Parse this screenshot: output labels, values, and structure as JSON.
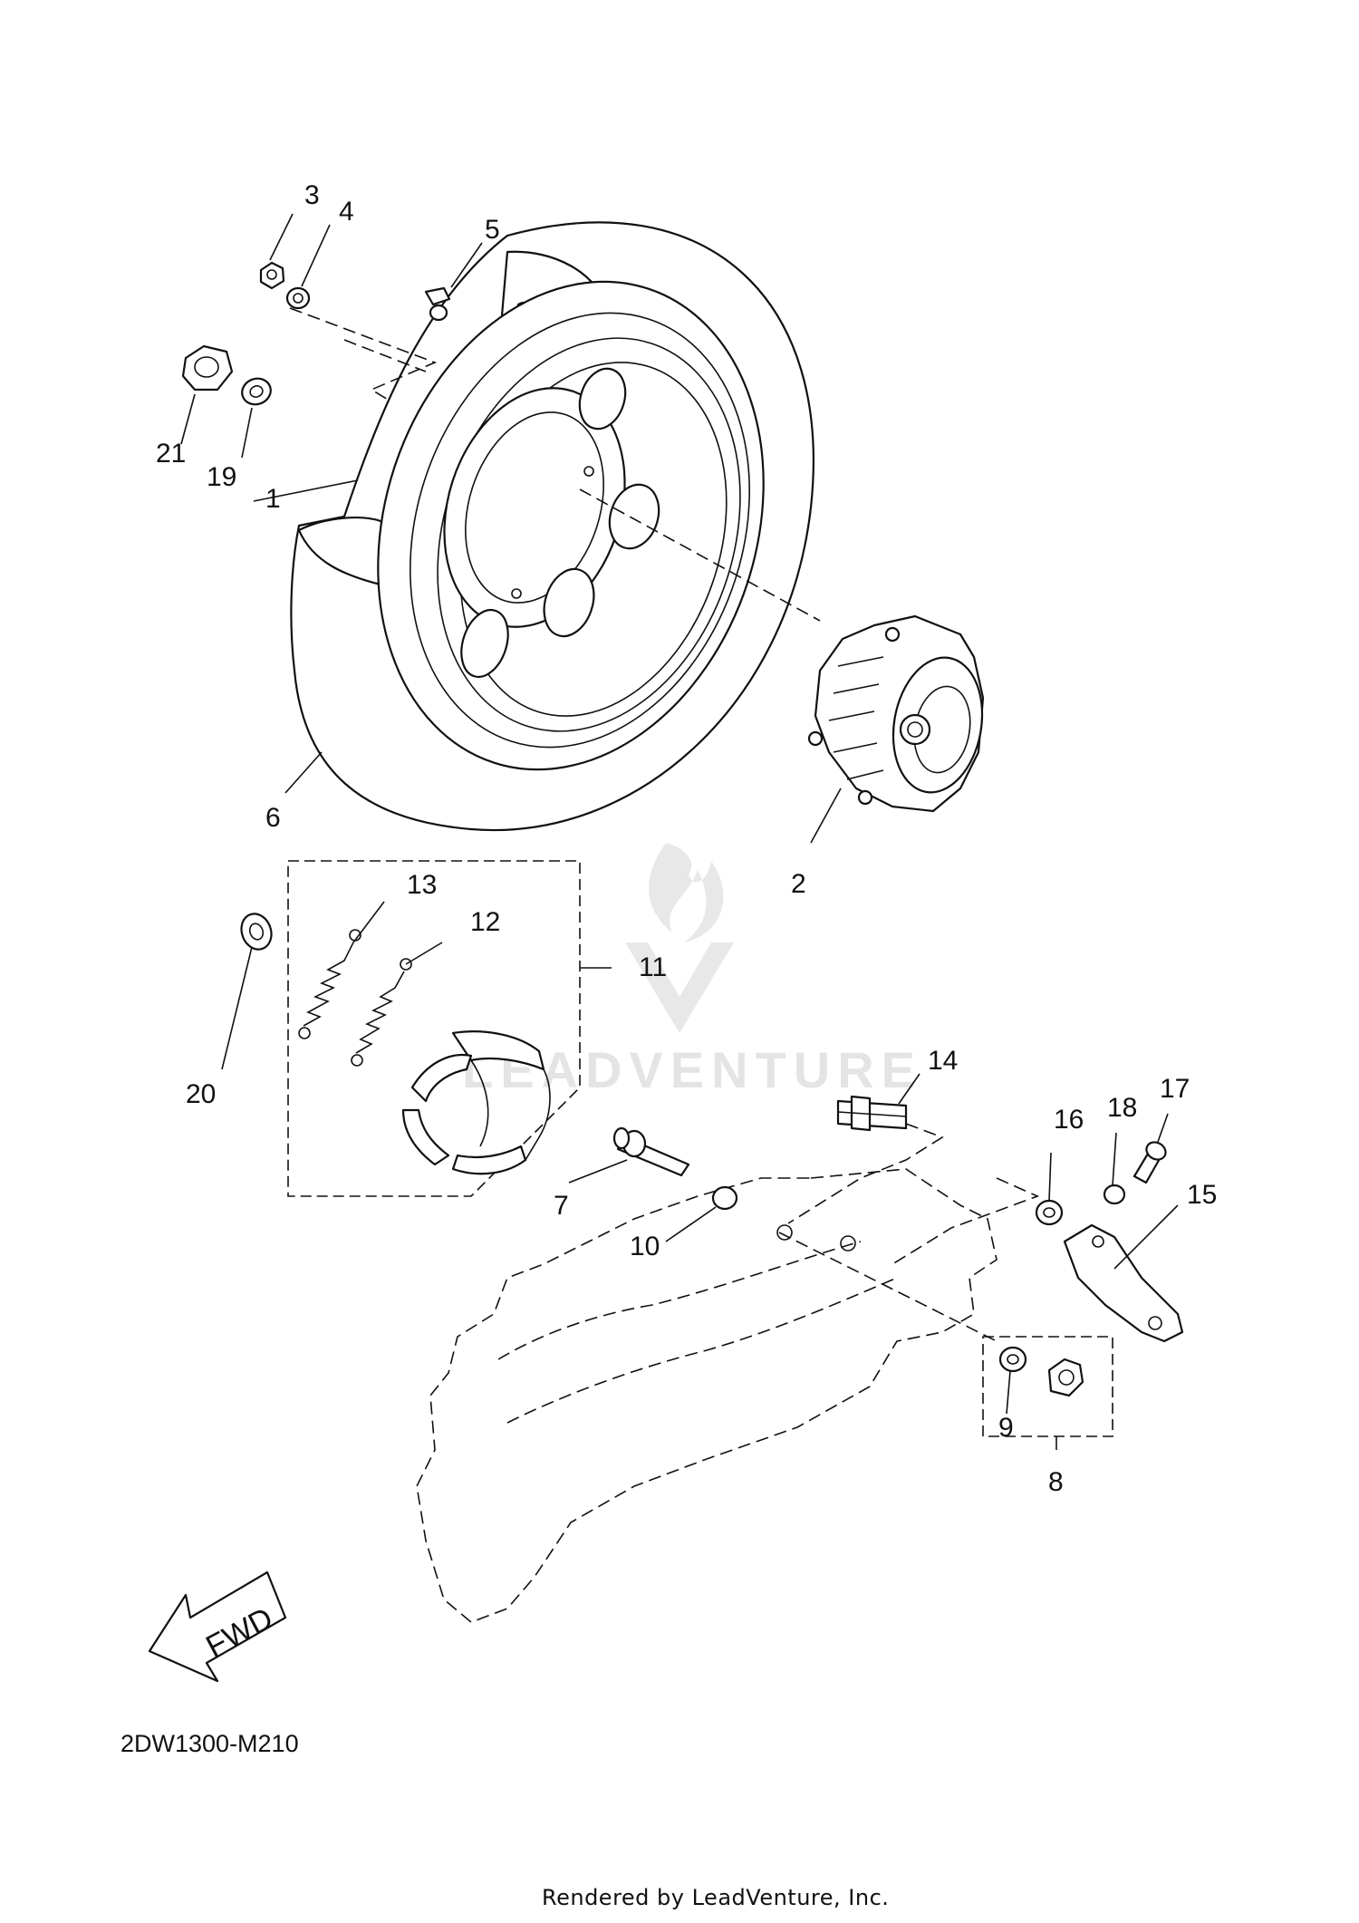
{
  "diagram": {
    "code": "2DW1300-M210",
    "footer": "Rendered by LeadVenture, Inc.",
    "fwd_label": "FWD",
    "watermark": "LEADVENTURE",
    "callouts": [
      "1",
      "2",
      "3",
      "4",
      "5",
      "6",
      "7",
      "8",
      "9",
      "10",
      "11",
      "12",
      "13",
      "14",
      "15",
      "16",
      "17",
      "18",
      "19",
      "20",
      "21"
    ]
  }
}
